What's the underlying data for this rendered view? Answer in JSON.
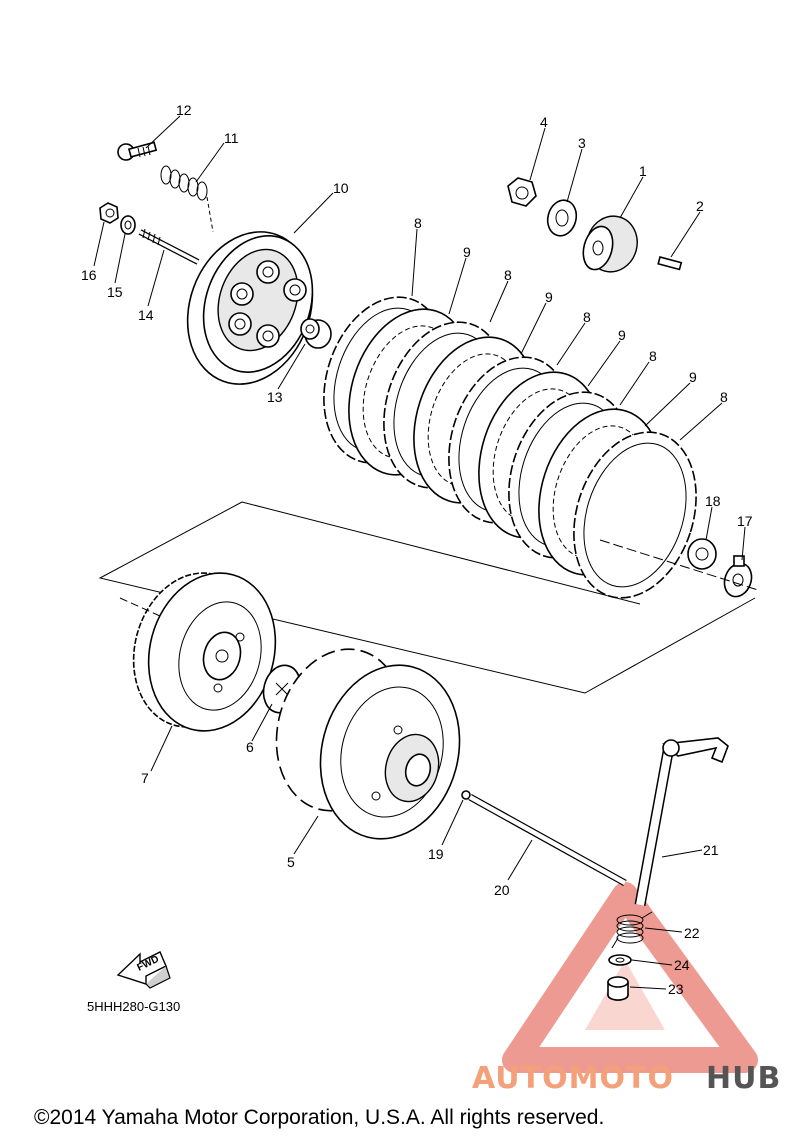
{
  "diagram": {
    "part_numbers": [
      "1",
      "2",
      "3",
      "4",
      "5",
      "6",
      "7",
      "8",
      "9",
      "10",
      "11",
      "12",
      "13",
      "14",
      "15",
      "16",
      "17",
      "18",
      "19",
      "20",
      "21",
      "22",
      "23",
      "24"
    ],
    "labels": {
      "p1": "1",
      "p2": "2",
      "p3": "3",
      "p4": "4",
      "p5": "5",
      "p6": "6",
      "p7": "7",
      "p8a": "8",
      "p8b": "8",
      "p8c": "8",
      "p8d": "8",
      "p8e": "8",
      "p9a": "9",
      "p9b": "9",
      "p9c": "9",
      "p9d": "9",
      "p10": "10",
      "p11": "11",
      "p12": "12",
      "p13": "13",
      "p14": "14",
      "p15": "15",
      "p16": "16",
      "p17": "17",
      "p18": "18",
      "p19": "19",
      "p20": "20",
      "p21": "21",
      "p22": "22",
      "p23": "23",
      "p24": "24"
    },
    "fwd_label": "FWD",
    "diagram_code": "5HHH280-G130"
  },
  "watermark": {
    "brand_part1": "AUTOMOTO",
    "brand_part2": "HUB",
    "color_accent": "#f4a07a",
    "color_dark": "#555555",
    "color_triangle": "#e04a3a"
  },
  "footer": {
    "copyright": "©2014 Yamaha Motor Corporation, U.S.A. All rights reserved."
  }
}
